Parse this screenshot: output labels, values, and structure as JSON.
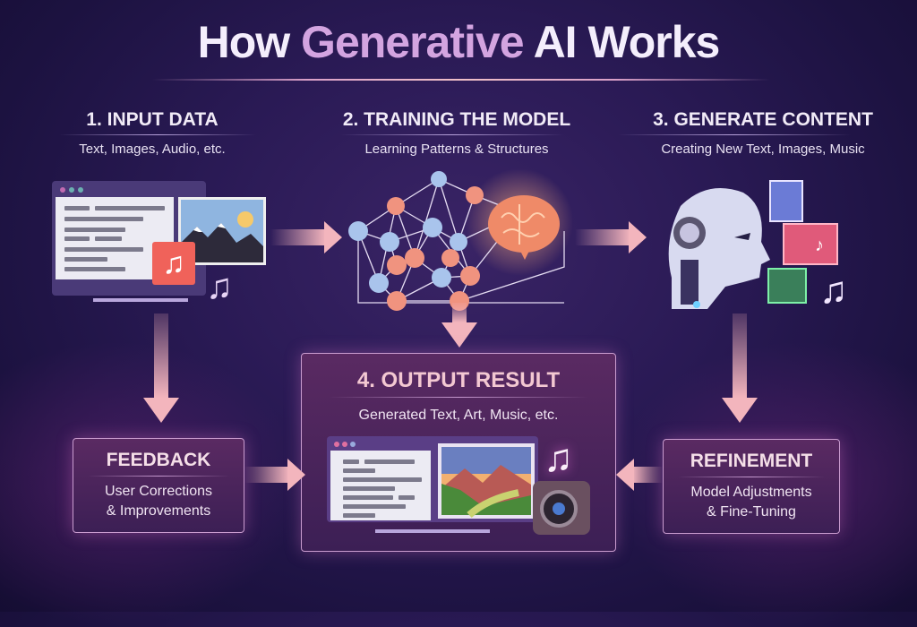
{
  "title": {
    "prefix": "How ",
    "accent": "Generative",
    "suffix": " AI Works"
  },
  "steps": [
    {
      "id": 1,
      "heading": "1. INPUT DATA",
      "subtitle": "Text, Images, Audio, etc."
    },
    {
      "id": 2,
      "heading": "2. TRAINING THE MODEL",
      "subtitle": "Learning Patterns & Structures"
    },
    {
      "id": 3,
      "heading": "3. GENERATE CONTENT",
      "subtitle": "Creating New Text, Images, Music"
    },
    {
      "id": 4,
      "heading": "4. OUTPUT RESULT",
      "subtitle": "Generated Text, Art, Music, etc."
    }
  ],
  "side_boxes": {
    "feedback": {
      "heading": "FEEDBACK",
      "line1": "User Corrections",
      "line2": "& Improvements"
    },
    "refinement": {
      "heading": "REFINEMENT",
      "line1": "Model Adjustments",
      "line2": "& Fine-Tuning"
    }
  },
  "icons": {
    "input": [
      "document-window-icon",
      "landscape-image-icon",
      "music-note-icon"
    ],
    "training": [
      "neural-network-icon",
      "brain-icon"
    ],
    "generate": [
      "robot-head-icon",
      "document-card-icon",
      "music-card-icon",
      "image-card-icon",
      "music-note-icon"
    ],
    "output": [
      "document-window-icon",
      "landscape-painting-icon",
      "music-note-icon",
      "camera-icon"
    ]
  },
  "colors": {
    "background": "#2a1a55",
    "title_accent": "#d3a4e0",
    "arrow": "#f3b5bd",
    "box_border": "#c99ccf",
    "node_blue": "#a9c4ec",
    "node_salmon": "#f0937f"
  }
}
